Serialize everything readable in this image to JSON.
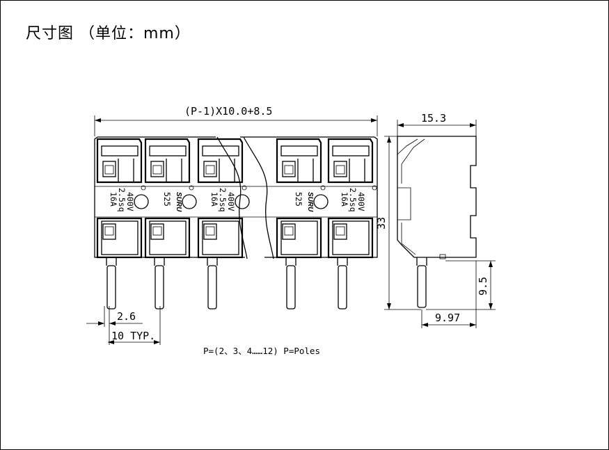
{
  "title": "尺寸图 （单位：mm）",
  "dimensions": {
    "total_width": "(P-1)X10.0+8.5",
    "pin_width": "2.6",
    "pitch": "10 TYP.",
    "side_depth": "15.3",
    "height": "33",
    "pin_length": "9.5",
    "pin_offset": "9.97"
  },
  "note": "P=(2、3、4……12) P=Poles",
  "body_markings": {
    "rating_line1": "400V",
    "rating_line2": "2.5sq",
    "rating_line3": "16A",
    "model": "525",
    "brand": "SURU"
  }
}
